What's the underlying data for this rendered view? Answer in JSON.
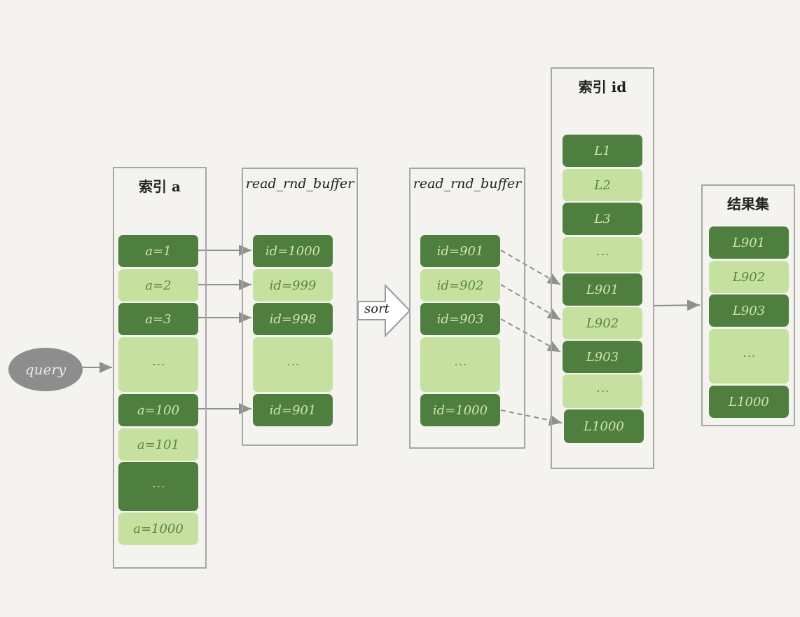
{
  "query_label": "query",
  "sort_label": "sort",
  "panels": {
    "index_a": {
      "title": "索引 a",
      "cells": [
        "a=1",
        "a=2",
        "a=3",
        "⋮",
        "a=100",
        "a=101",
        "⋮",
        "a=1000"
      ]
    },
    "buffer1": {
      "title": "read_rnd_buffer",
      "cells": [
        "id=1000",
        "id=999",
        "id=998",
        "⋮",
        "id=901"
      ]
    },
    "buffer2": {
      "title": "read_rnd_buffer",
      "cells": [
        "id=901",
        "id=902",
        "id=903",
        "⋮",
        "id=1000"
      ]
    },
    "index_id": {
      "title": "索引 id",
      "cells": [
        "L1",
        "L2",
        "L3",
        "⋮",
        "L901",
        "L902",
        "L903",
        "⋮",
        "L1000"
      ]
    },
    "result": {
      "title": "结果集",
      "cells": [
        "L901",
        "L902",
        "L903",
        "⋮",
        "L1000"
      ]
    }
  },
  "colors": {
    "dark": "#4f7f3f",
    "light": "#c5e09f",
    "arrow": "#8f8f8f",
    "border": "#a7a7a7"
  }
}
